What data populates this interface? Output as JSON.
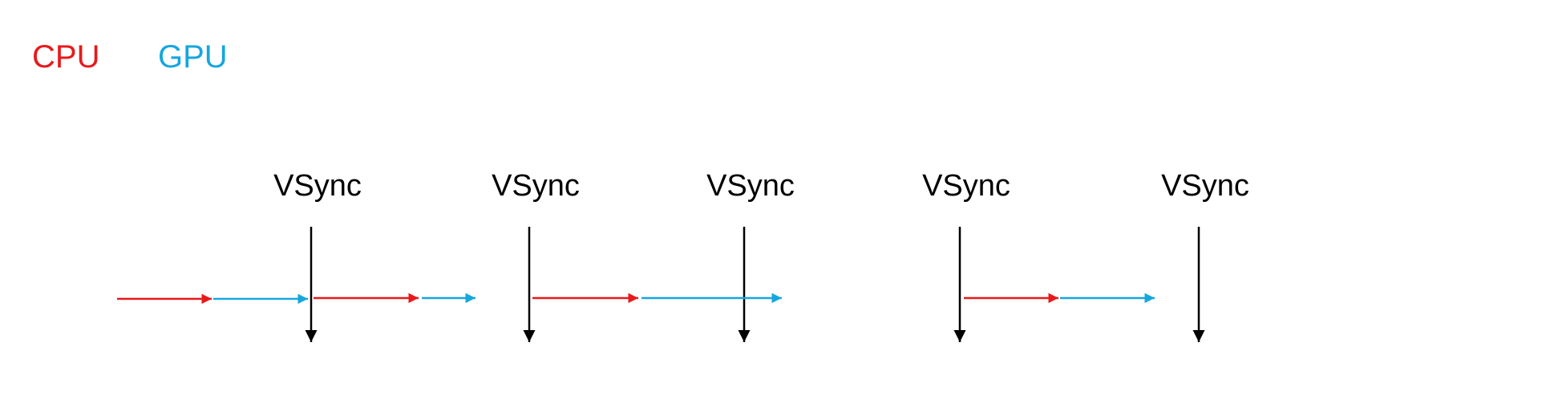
{
  "legend": {
    "cpu": {
      "label": "CPU",
      "color": "#e8191b"
    },
    "gpu": {
      "label": "GPU",
      "color": "#16a6de"
    }
  },
  "vsync": {
    "label": "VSync",
    "color": "#000000",
    "count": 5
  },
  "timeline": [
    {
      "kind": "cpu"
    },
    {
      "kind": "gpu"
    },
    {
      "kind": "cpu"
    },
    {
      "kind": "gpu"
    },
    {
      "kind": "cpu"
    },
    {
      "kind": "gpu"
    },
    {
      "kind": "cpu"
    },
    {
      "kind": "gpu"
    }
  ]
}
